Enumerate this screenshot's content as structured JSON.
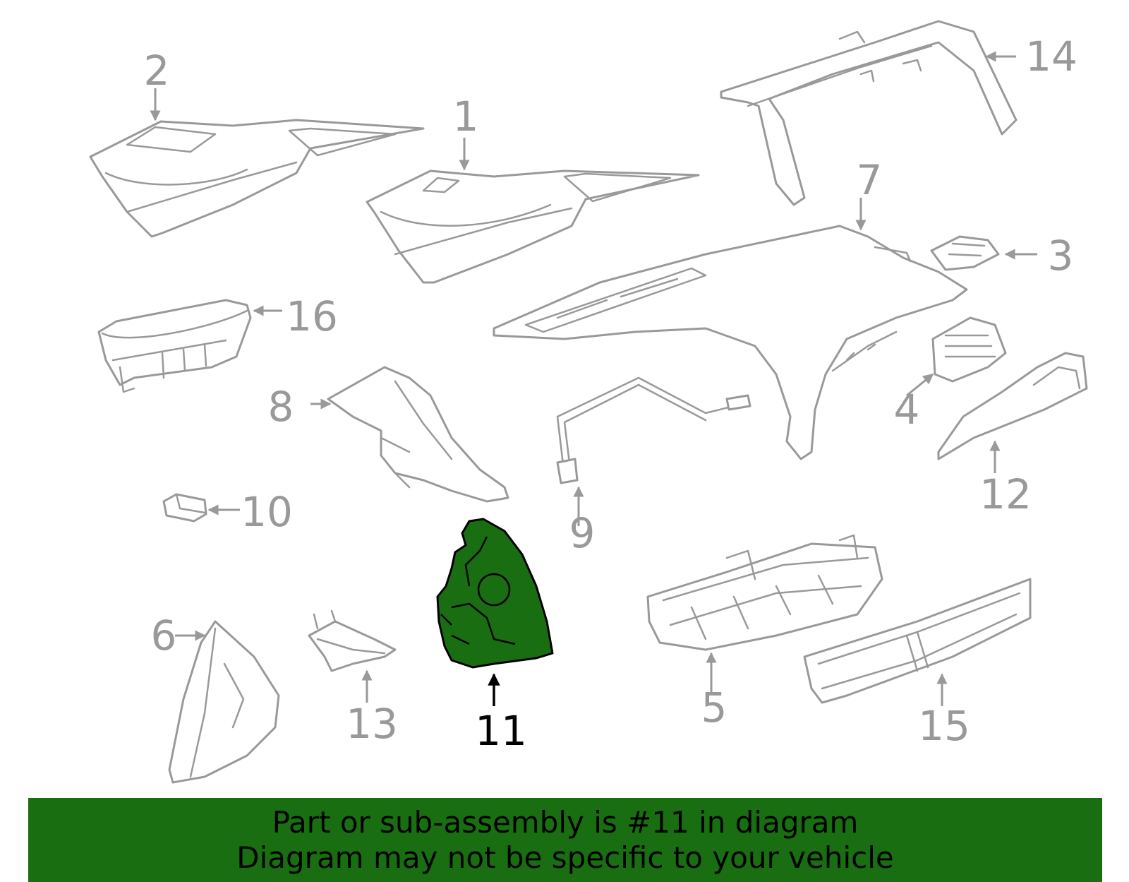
{
  "colors": {
    "highlight": "#1a6e12",
    "outline": "#999999",
    "highlight_text": "#000000"
  },
  "callouts": {
    "c1": "1",
    "c2": "2",
    "c3": "3",
    "c4": "4",
    "c5": "5",
    "c6": "6",
    "c7": "7",
    "c8": "8",
    "c9": "9",
    "c10": "10",
    "c11": "11",
    "c12": "12",
    "c13": "13",
    "c14": "14",
    "c15": "15",
    "c16": "16"
  },
  "highlighted_part": "11",
  "banner": {
    "line1": "Part or sub-assembly is #11 in diagram",
    "line2": "Diagram may not be specific to your vehicle"
  }
}
